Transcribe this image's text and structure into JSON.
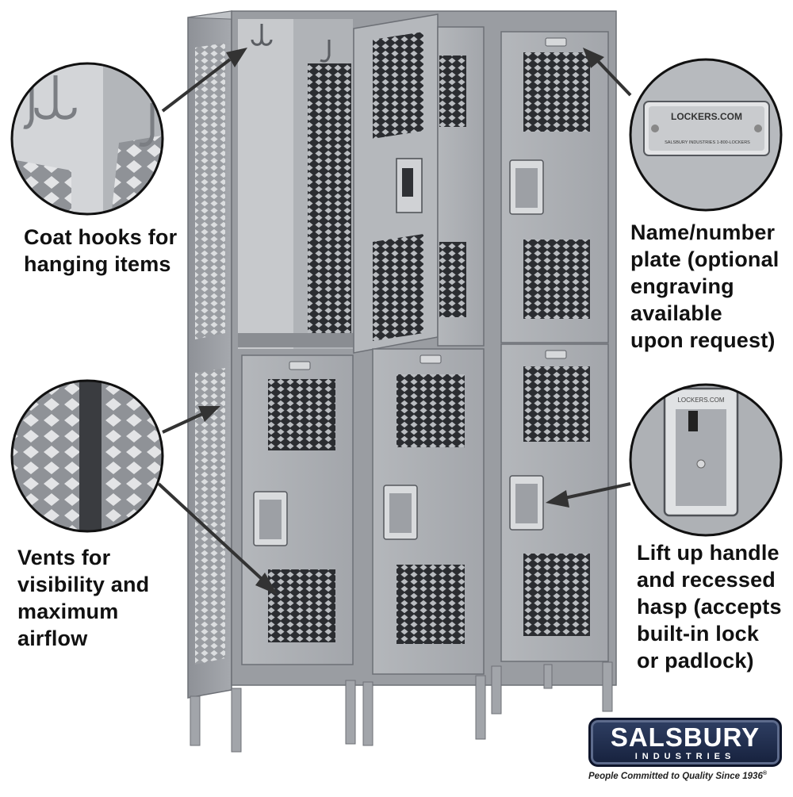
{
  "callouts": {
    "coat_hooks": {
      "lines": [
        "Coat hooks for",
        "hanging items"
      ]
    },
    "vents": {
      "lines": [
        "Vents for",
        "visibility and",
        "maximum",
        "airflow"
      ]
    },
    "name_plate": {
      "lines": [
        "Name/number",
        "plate (optional",
        "engraving",
        "available",
        "upon request)"
      ]
    },
    "handle": {
      "lines": [
        "Lift up handle",
        "and recessed",
        "hasp (accepts",
        "built-in lock",
        "or padlock)"
      ]
    }
  },
  "plate_detail": {
    "brand_text": "LOCKERS.COM",
    "small_text": "SALSBURY INDUSTRIES   1-800-LOCKERS"
  },
  "handle_detail": {
    "brand_text": "LOCKERS.COM"
  },
  "logo": {
    "word": "SALSBURY",
    "sub": "INDUSTRIES",
    "tagline": "People Committed to Quality Since 1936",
    "trademark": "®"
  },
  "colors": {
    "locker_gray": "#a9acb0",
    "locker_dark": "#7c8086",
    "vent_dark": "#2a2c30",
    "logo_navy": "#1f2b4b"
  }
}
